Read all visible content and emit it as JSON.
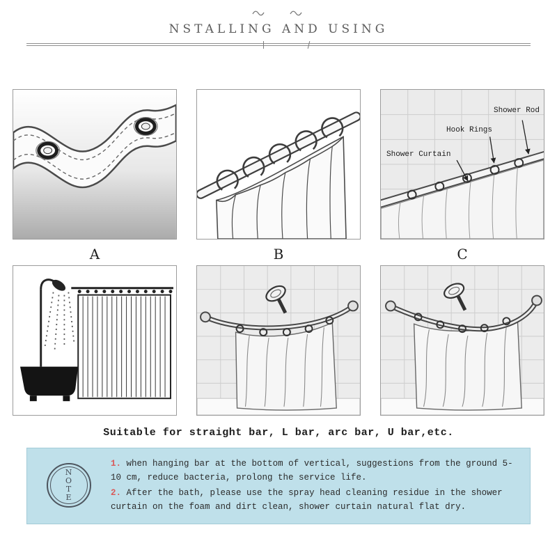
{
  "header": {
    "title": "NSTALLING AND USING"
  },
  "row1_labels": [
    "A",
    "B",
    "C"
  ],
  "panel_c": {
    "labels": {
      "shower_rod": "Shower Rod",
      "hook_rings": "Hook Rings",
      "shower_curtain": "Shower Curtain"
    }
  },
  "caption": "Suitable for straight bar, L bar, arc bar, U bar,etc.",
  "note": {
    "stamp_letters": [
      "N",
      "O",
      "T",
      "E"
    ],
    "items": [
      {
        "num": "1.",
        "text": "when hanging bar at the bottom of vertical, suggestions from the ground 5-10 cm, reduce bacteria, prolong the service life."
      },
      {
        "num": "2.",
        "text": "After the bath, please use the spray head cleaning residue in the shower curtain on the foam and dirt clean, shower curtain natural flat dry."
      }
    ]
  },
  "colors": {
    "note_bg": "#bfe0ea",
    "note_number": "#d95a5a"
  }
}
